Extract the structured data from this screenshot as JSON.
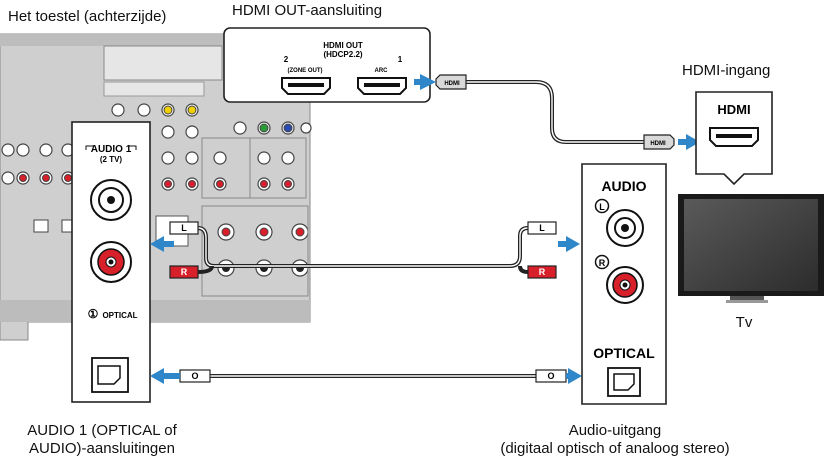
{
  "labels": {
    "device_back": "Het toestel (achterzijde)",
    "hdmi_out_port": "HDMI OUT-aansluiting",
    "hdmi_input": "HDMI-ingang",
    "tv": "Tv",
    "audio1_jacks_line1": "AUDIO 1 (OPTICAL of",
    "audio1_jacks_line2": "AUDIO)-aansluitingen",
    "audio_output_line1": "Audio-uitgang",
    "audio_output_line2": "(digitaal optisch of analoog stereo)"
  },
  "hdmi_out_panel": {
    "title": "HDMI OUT",
    "subtitle": "(HDCP2.2)",
    "port2_number": "2",
    "port1_number": "1",
    "port2_label": "(ZONE OUT)",
    "port1_label": "ARC"
  },
  "receiver_audio1": {
    "title": "AUDIO 1",
    "subtitle": "(2 TV)",
    "optical_number": "①",
    "optical_label": "OPTICAL"
  },
  "tv_panel": {
    "hdmi_label": "HDMI",
    "audio_label": "AUDIO",
    "left_channel": "L",
    "right_channel": "R",
    "optical_label": "OPTICAL"
  },
  "cables": {
    "hdmi_plug_label": "HDMI",
    "left_plug": "L",
    "right_plug": "R",
    "optical_plug": "O"
  },
  "colors": {
    "arrow": "#2f86c8",
    "rca_red": "#d8202a",
    "receiver_grey": "#c9c9c9"
  }
}
